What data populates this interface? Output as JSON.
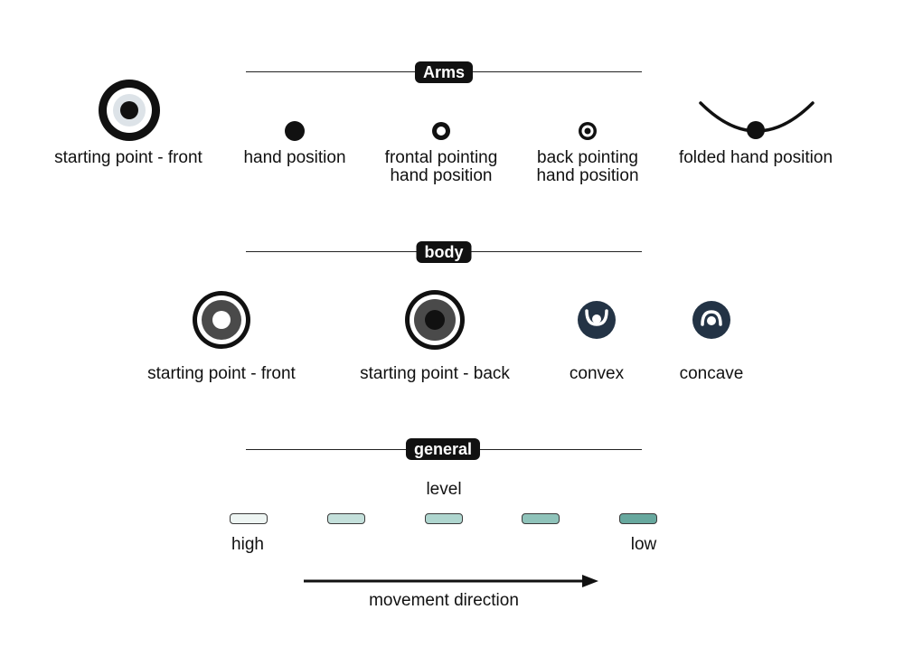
{
  "sections": {
    "arms": "Arms",
    "body": "body",
    "general": "general"
  },
  "arms": {
    "starting_front": "starting point - front",
    "hand_position": "hand position",
    "frontal_pointing_line1": "frontal pointing",
    "frontal_pointing_line2": "hand position",
    "back_pointing_line1": "back pointing",
    "back_pointing_line2": "hand position",
    "folded_hand": "folded hand position"
  },
  "body": {
    "starting_front": "starting point - front",
    "starting_back": "starting point - back",
    "convex": "convex",
    "concave": "concave"
  },
  "general": {
    "level_title": "level",
    "high": "high",
    "low": "low",
    "movement": "movement direction",
    "level_colors": [
      "#eef5f3",
      "#c4e0db",
      "#afd6cf",
      "#8fc3ba",
      "#67a89e"
    ]
  },
  "colors": {
    "ink": "#111111",
    "navy": "#233345",
    "ring_grey": "#dde3e8",
    "body_grey": "#4a4a4a"
  }
}
